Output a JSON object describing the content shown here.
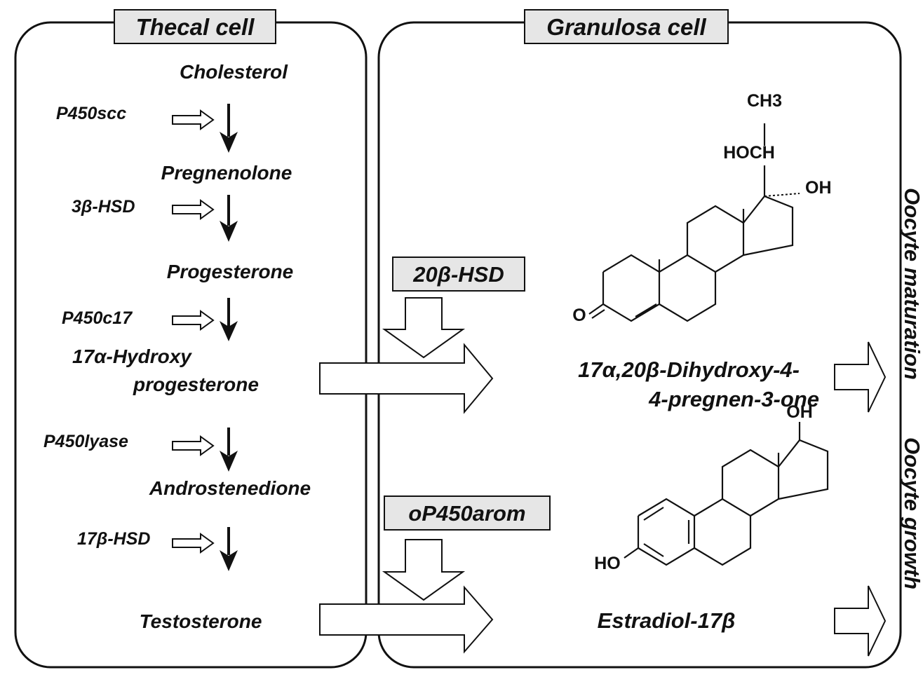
{
  "thecal": {
    "title": "Thecal cell",
    "compounds": [
      "Cholesterol",
      "Pregnenolone",
      "Progesterone",
      "17α-Hydroxy",
      "progesterone",
      "Androstenedione",
      "Testosterone"
    ],
    "enzymes": [
      "P450scc",
      "3β-HSD",
      "P450c17",
      "P450lyase",
      "17β-HSD"
    ]
  },
  "granulosa": {
    "title": "Granulosa cell",
    "enzyme_top": "20β-HSD",
    "enzyme_bottom": "oP450arom",
    "product_top_line1": "17α,20β-Dihydroxy-4-",
    "product_top_line2": "4-pregnen-3-one",
    "product_bottom": "Estradiol-17β"
  },
  "chem": {
    "ch3": "CH3",
    "hoch": "HOCH",
    "oh_top": "OH",
    "o": "O",
    "oh_estradiol": "OH",
    "ho_estradiol": "HO"
  },
  "outcomes": {
    "top": "Oocyte maturation",
    "bottom": "Oocyte growth"
  }
}
